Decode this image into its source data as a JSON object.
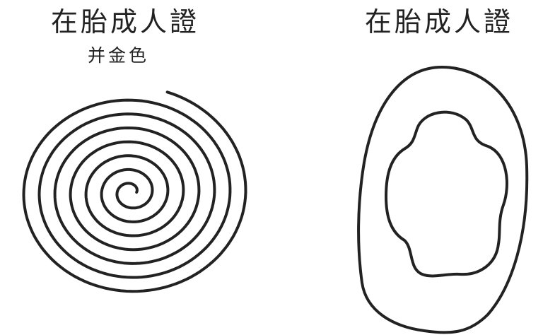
{
  "left_panel": {
    "title": "在胎成人證",
    "subtitle": "并金色"
  },
  "right_panel": {
    "title": "在胎成人證"
  },
  "stroke_color": "#222222"
}
